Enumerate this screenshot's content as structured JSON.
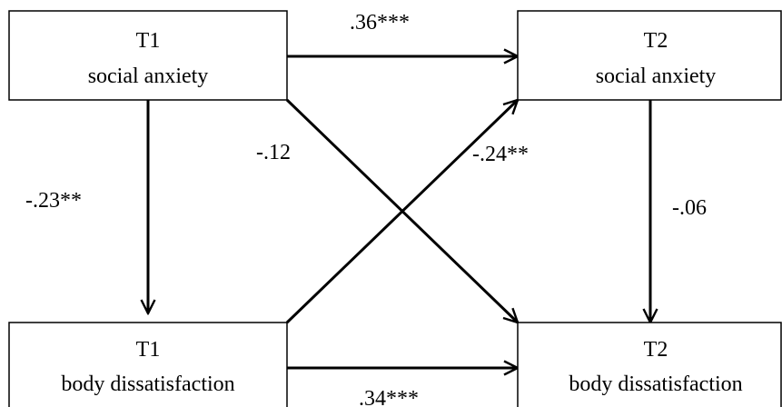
{
  "nodes": {
    "t1_social_anxiety": {
      "line1": "T1",
      "line2": "social anxiety"
    },
    "t2_social_anxiety": {
      "line1": "T2",
      "line2": "social anxiety"
    },
    "t1_body_dissatisfaction": {
      "line1": "T1",
      "line2": "body dissatisfaction"
    },
    "t2_body_dissatisfaction": {
      "line1": "T2",
      "line2": "body dissatisfaction"
    }
  },
  "edges": {
    "t1sa_to_t2sa": ".36***",
    "t1sa_to_t1bd": "-.23**",
    "t1sa_to_t2bd": "-.12",
    "t1bd_to_t2sa": "-.24**",
    "t2sa_to_t2bd": "-.06",
    "t1bd_to_t2bd": ".34***"
  },
  "colors": {
    "stroke": "#000000",
    "background": "#ffffff"
  }
}
